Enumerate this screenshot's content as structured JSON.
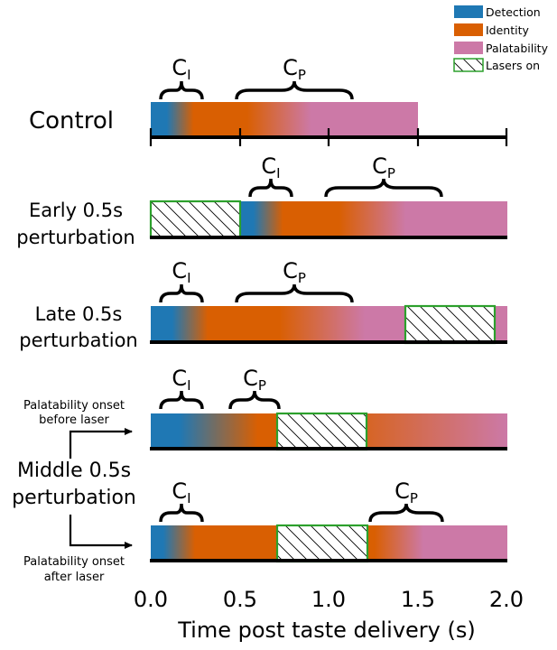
{
  "legend": [
    {
      "label": "Detection",
      "color": "#1f78b4"
    },
    {
      "label": "Identity",
      "color": "#d95f02"
    },
    {
      "label": "Palatability",
      "color": "#cc79a7"
    },
    {
      "label": "Lasers on",
      "color": "#2ca02c",
      "pattern": "hatch"
    }
  ],
  "brace_labels": {
    "identity": {
      "main": "C",
      "sub": "I"
    },
    "palatability": {
      "main": "C",
      "sub": "P"
    }
  },
  "axis": {
    "ticks": [
      "0.0",
      "0.5",
      "1.0",
      "1.5",
      "2.0"
    ],
    "label": "Time post taste delivery (s)"
  },
  "conditions": {
    "control": "Control",
    "early": [
      "Early 0.5s",
      "perturbation"
    ],
    "late": [
      "Late 0.5s",
      "perturbation"
    ],
    "middle": [
      "Middle 0.5s",
      "perturbation"
    ],
    "middle_before": [
      "Palatability onset",
      "before laser"
    ],
    "middle_after": [
      "Palatability onset",
      "after laser"
    ]
  }
}
